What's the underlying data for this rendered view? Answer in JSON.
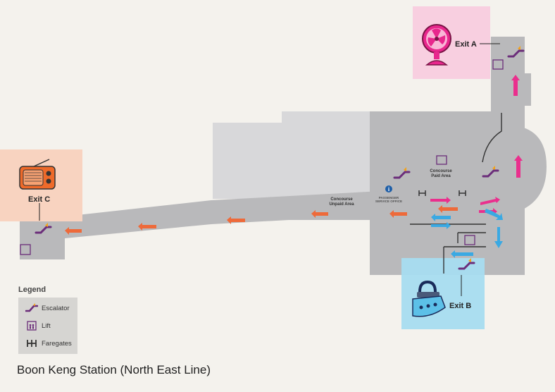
{
  "exits": {
    "a": "Exit A",
    "b": "Exit B",
    "c": "Exit C"
  },
  "areas": {
    "paid_line1": "Concourse",
    "paid_line2": "Paid Area",
    "unpaid_line1": "Concourse",
    "unpaid_line2": "Unpaid Area",
    "pso_line1": "PASSENGER",
    "pso_line2": "SERVICE OFFICE"
  },
  "legend": {
    "title": "Legend",
    "items": [
      {
        "icon": "escalator-icon",
        "label": "Escalator"
      },
      {
        "icon": "lift-icon",
        "label": "Lift"
      },
      {
        "icon": "faregates-icon",
        "label": "Faregates"
      }
    ]
  },
  "station_name": "Boon Keng Station (North East Line)",
  "colors": {
    "background": "#f4f2ed",
    "concourse": "#b9b9bb",
    "upper_level": "#d8d8da",
    "exit_a_box": "#f8cfe0",
    "exit_b_box": "#a6dcf0",
    "exit_c_box": "#f8d3c0",
    "escalator": "#6b2d7a",
    "walk_orange": "#ee6a3a",
    "walk_pink": "#ea2f8d",
    "walk_blue": "#3aa9e3"
  }
}
